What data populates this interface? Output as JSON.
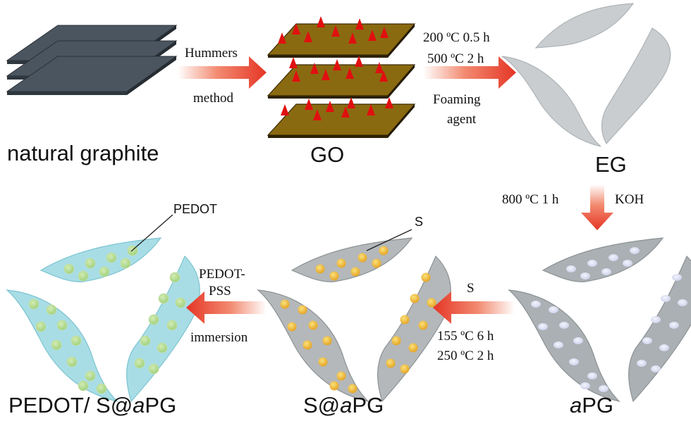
{
  "labels": {
    "natural_graphite": "natural graphite",
    "go": "GO",
    "eg": "EG",
    "apg_prefix": "a",
    "apg_suffix": "PG",
    "sapg_prefix": "S@",
    "sapg_italic": "a",
    "sapg_suffix": "PG",
    "pedot_prefix": "PEDOT/ S@",
    "pedot_italic": "a",
    "pedot_suffix": "PG"
  },
  "arrows": {
    "step1": {
      "top": "Hummers",
      "bottom": "method"
    },
    "step2": {
      "line1": "200 ºC  0.5 h",
      "line2": "500 ºC  2 h",
      "line3": "Foaming",
      "line4": "agent"
    },
    "step3": {
      "left": "800 ºC  1 h",
      "right": "KOH"
    },
    "step4": {
      "top": "S",
      "line1": "155 ºC  6 h",
      "line2": "250 ºC  2 h"
    },
    "step5": {
      "top1": "PEDOT-",
      "top2": "PSS",
      "bottom": "immersion"
    }
  },
  "callouts": {
    "pedot": "PEDOT",
    "sulfur": "S"
  },
  "colors": {
    "graphite": "#4a5560",
    "go_sheet": "#8a6a10",
    "go_marker": "#e01010",
    "eg_sheet": "#c9cdd0",
    "apg_hole": "#e6e8f6",
    "sulfur": "#f0b830",
    "pedot_sheet": "#a8dde6",
    "pedot_dot": "#b8dc9a",
    "arrow": "#e53525"
  }
}
